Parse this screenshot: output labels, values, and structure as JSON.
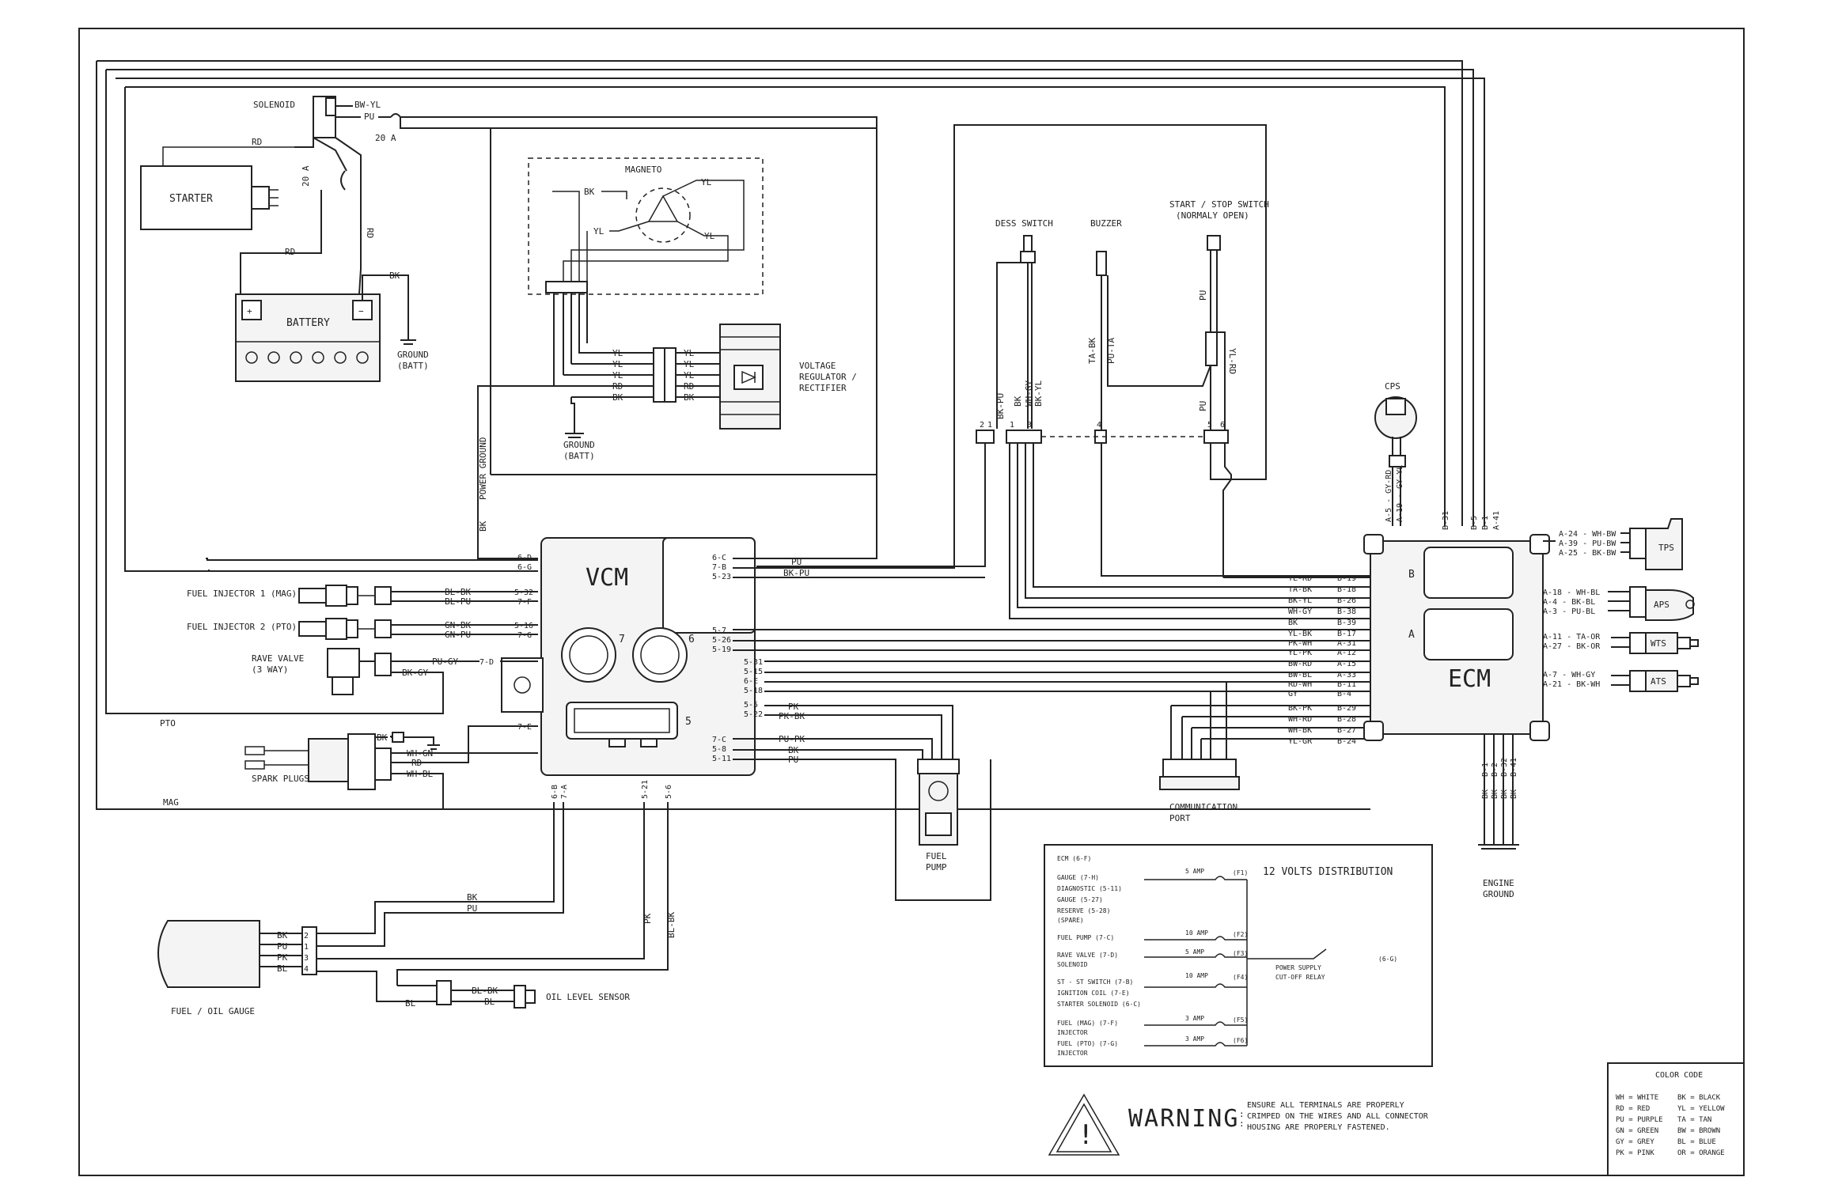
{
  "components": {
    "solenoid": "SOLENOID",
    "starter": "STARTER",
    "battery": "BATTERY",
    "ground_batt": [
      "GROUND",
      "(BATT)"
    ],
    "magneto": "MAGNETO",
    "voltage_regulator": [
      "VOLTAGE",
      "REGULATOR /",
      "RECTIFIER"
    ],
    "power_ground": "POWER GROUND",
    "dess_switch": "DESS SWITCH",
    "buzzer": "BUZZER",
    "start_stop": [
      "START / STOP SWITCH",
      "(NORMALY OPEN)"
    ],
    "cps": "CPS",
    "tps": "TPS",
    "aps": "APS",
    "wts": "WTS",
    "ats": "ATS",
    "ecm": "ECM",
    "vcm": "VCM",
    "fuel_injector_1": "FUEL INJECTOR 1 (MAG)",
    "fuel_injector_2": "FUEL INJECTOR 2 (PTO)",
    "rave_valve": [
      "RAVE VALVE",
      "(3 WAY)"
    ],
    "pto": "PTO",
    "mag": "MAG",
    "spark_plugs": "SPARK PLUGS",
    "fuel_pump": [
      "FUEL",
      "PUMP"
    ],
    "communication_port": [
      "COMMUNICATION",
      "PORT"
    ],
    "engine_ground": [
      "ENGINE",
      "GROUND"
    ],
    "fuel_oil_gauge": "FUEL / OIL GAUGE",
    "oil_level_sensor": "OIL LEVEL SENSOR"
  },
  "wires": {
    "bw_yl": "BW-YL",
    "pu": "PU",
    "rd": "RD",
    "bk": "BK",
    "yl": "YL",
    "amp20": "20 A",
    "bk_pu": "BK-PU",
    "wh_gy": "WH-GY",
    "bk_yl": "BK-YL",
    "ta_bk": "TA-BK",
    "pu_ta": "PU-TA",
    "yl_rd": "YL-RD",
    "bl_bk": "BL-BK",
    "bl_pu": "BL-PU",
    "gn_bk": "GN-BK",
    "gn_pu": "GN-PU",
    "pu_gy": "PU-GY",
    "bk_gy": "BK-GY",
    "wh_gn": "WH-GN",
    "wh_bl": "WH-BL",
    "pk": "PK",
    "pk_bk": "PK-BK",
    "pu_pk": "PU-PK",
    "bl": "BL",
    "gy": "GY",
    "a5_gy_rd": "A-5 - GY-RD",
    "a19_gy_yl": "A-19 - GY-YL"
  },
  "vcm_pins": {
    "left": [
      "6-D",
      "6-G",
      "5-32",
      "7-F",
      "5-16",
      "7-G",
      "7-D",
      "7-E"
    ],
    "right_top": [
      "6-C",
      "7-B",
      "5-23"
    ],
    "right_mid": [
      "5-7",
      "5-26",
      "5-19",
      "5-31",
      "5-15",
      "6-E",
      "5-18",
      "5-5",
      "5-22"
    ],
    "right_bottom": [
      "7-C",
      "5-8",
      "5-11"
    ],
    "bottom": [
      "6-B",
      "7-A",
      "5-21",
      "5-6"
    ]
  },
  "ecm_pins": {
    "left": [
      {
        "wire": "YL-RD",
        "pin": "B-19"
      },
      {
        "wire": "TA-BK",
        "pin": "B-18"
      },
      {
        "wire": "BK-YL",
        "pin": "B-26"
      },
      {
        "wire": "WH-GY",
        "pin": "B-38"
      },
      {
        "wire": "BK",
        "pin": "B-39"
      },
      {
        "wire": "YL-BK",
        "pin": "B-17"
      },
      {
        "wire": "PK-WH",
        "pin": "A-31"
      },
      {
        "wire": "YL-PK",
        "pin": "A-12"
      },
      {
        "wire": "BW-RD",
        "pin": "A-15"
      },
      {
        "wire": "BW-BL",
        "pin": "A-33"
      },
      {
        "wire": "RD-WH",
        "pin": "B-11"
      },
      {
        "wire": "GY",
        "pin": "B-4"
      },
      {
        "wire": "BK-PK",
        "pin": "B-29"
      },
      {
        "wire": "WH-RD",
        "pin": "B-28"
      },
      {
        "wire": "WH-BK",
        "pin": "B-27"
      },
      {
        "wire": "YL-GR",
        "pin": "B-24"
      }
    ],
    "top": [
      "B-31",
      "B-5",
      "B-1",
      "A-41"
    ],
    "bottom": [
      "B-1",
      "B-2",
      "B-32",
      "B-41"
    ],
    "tps": [
      "A-24 - WH-BW",
      "A-39 - PU-BW",
      "A-25 - BK-BW"
    ],
    "aps": [
      "A-18 - WH-BL",
      "A-4 - BK-BL",
      "A-3 - PU-BL"
    ],
    "wts": [
      "A-11 - TA-OR",
      "A-27 - BK-OR"
    ],
    "ats": [
      "A-7 - WH-GY",
      "A-21 - BK-WH"
    ]
  },
  "distribution": {
    "title": "12 VOLTS DISTRIBUTION",
    "items": [
      "ECM (6-F)",
      "GAUGE (7-H)",
      "DIAGNOSTIC (5-11)",
      "GAUGE (5-27)",
      "RESERVE (5-28)",
      "(SPARE)",
      "FUEL PUMP (7-C)",
      "RAVE VALVE (7-D)",
      "SOLENOID",
      "ST - ST SWITCH (7-B)",
      "IGNITION COIL (7-E)",
      "STARTER SOLENOID (6-C)",
      "FUEL (MAG) (7-F)",
      "INJECTOR",
      "FUEL (PTO) (7-G)",
      "INJECTOR"
    ],
    "amps": [
      "5 AMP",
      "10 AMP",
      "5 AMP",
      "10 AMP",
      "3 AMP",
      "3 AMP"
    ],
    "fuses": [
      "(F1)",
      "(F2)",
      "(F3)",
      "(F4)",
      "(F5)",
      "(F6)"
    ],
    "relay": [
      "POWER SUPPLY",
      "CUT-OFF RELAY"
    ],
    "out": "(6-G)"
  },
  "warning": {
    "title": "WARNING",
    "lines": [
      "ENSURE ALL TERMINALS ARE PROPERLY",
      "CRIMPED ON THE WIRES AND ALL CONNECTOR",
      "HOUSING ARE PROPERLY FASTENED."
    ]
  },
  "color_code": {
    "title": "COLOR CODE",
    "rows": [
      [
        "WH = WHITE",
        "BK = BLACK"
      ],
      [
        "RD = RED",
        "YL = YELLOW"
      ],
      [
        "PU = PURPLE",
        "TA = TAN"
      ],
      [
        "GN = GREEN",
        "BW = BROWN"
      ],
      [
        "GY = GREY",
        "BL = BLUE"
      ],
      [
        "PK = PINK",
        "OR = ORANGE"
      ]
    ]
  },
  "gauge_wires": [
    "BK",
    "PU",
    "PK",
    "BL"
  ],
  "gauge_pins": [
    "2",
    "1",
    "3",
    "4"
  ],
  "vcm_connectors": [
    "7",
    "6",
    "5"
  ]
}
